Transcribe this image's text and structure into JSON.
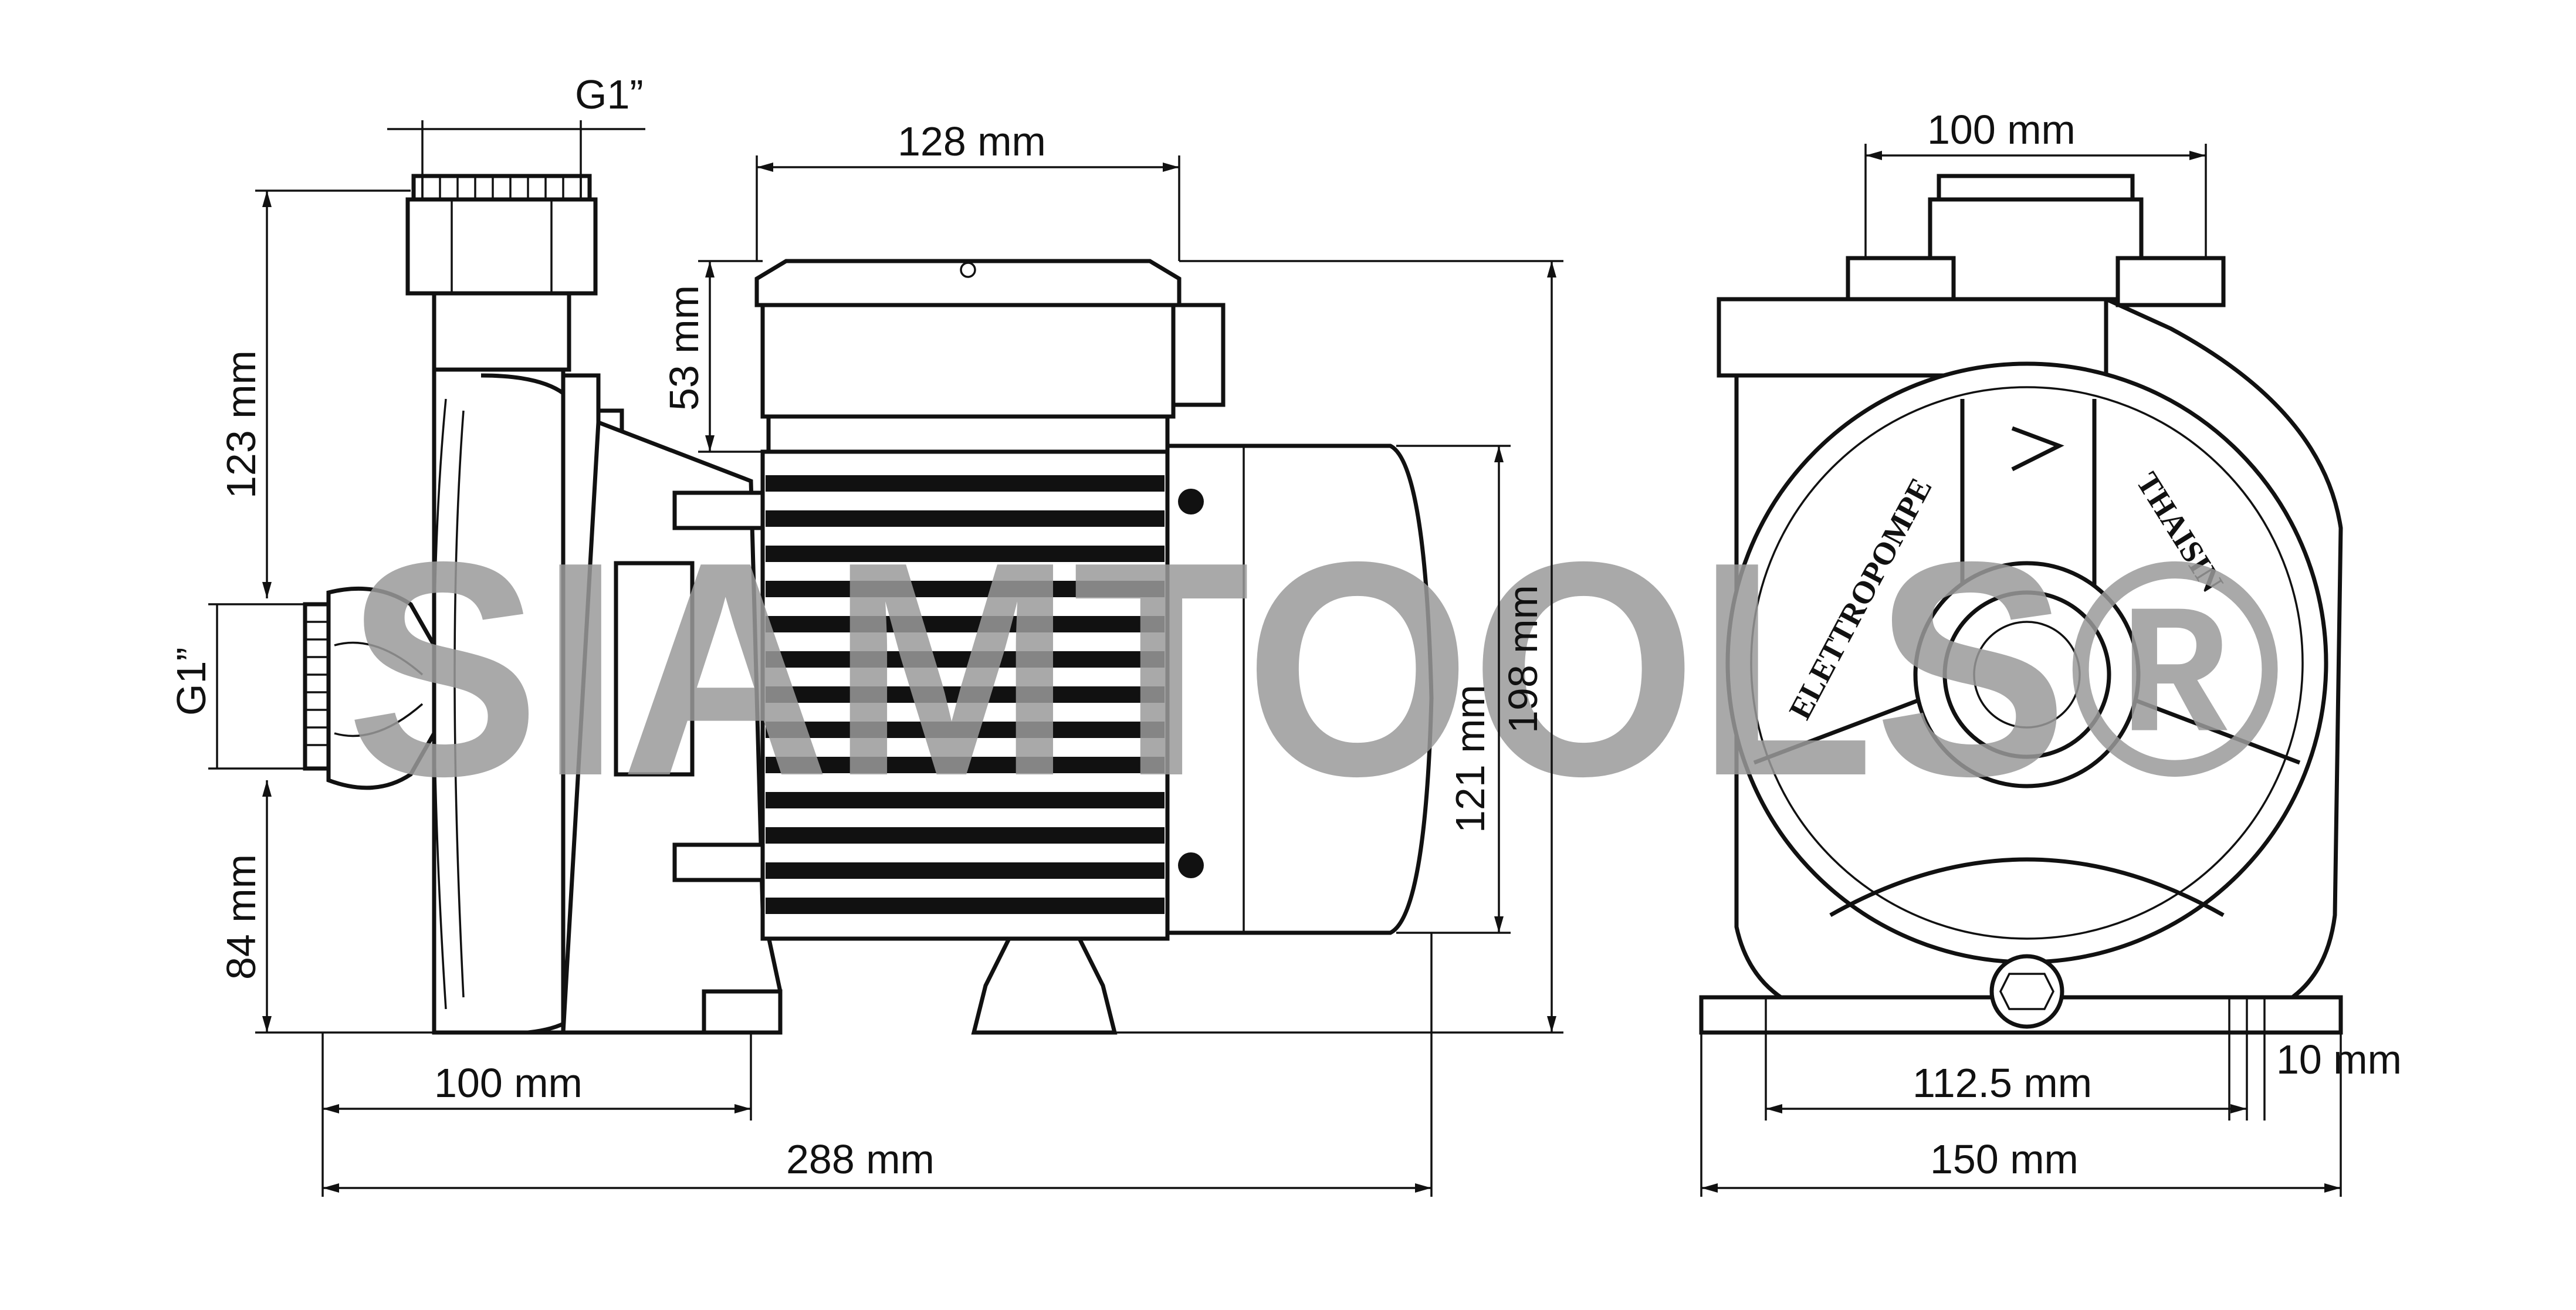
{
  "watermark": {
    "text": "SIAMTOOLS®",
    "color": "#9a9a9a"
  },
  "side_view": {
    "thread_top": "G1”",
    "thread_left": "G1”",
    "height_upper": "123 mm",
    "height_lower": "84 mm",
    "motor_length": "128 mm",
    "terminal_box_height": "53 mm",
    "motor_height": "121 mm",
    "total_height": "198 mm",
    "base_length": "100 mm",
    "total_length": "288 mm"
  },
  "front_view": {
    "top_width": "100 mm",
    "foot_spacing": "112.5 mm",
    "foot_width": "10 mm",
    "total_width": "150 mm",
    "brand_left": "ELETTROPOMPE",
    "brand_right": "THAISIN"
  }
}
